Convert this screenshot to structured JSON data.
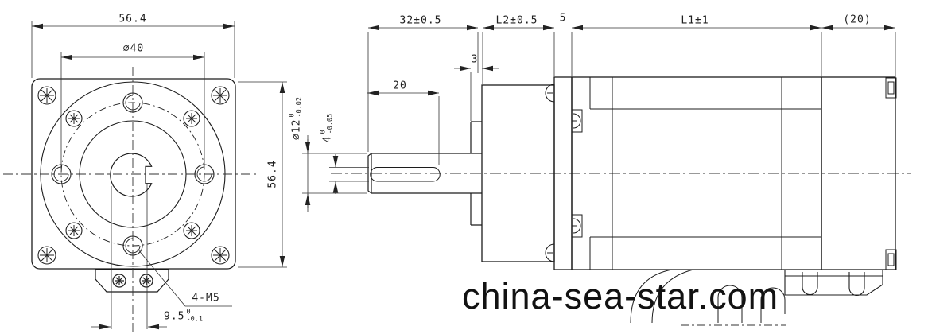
{
  "watermark_text": "china-sea-star.com",
  "front_view": {
    "dim_overall_width": "56.4",
    "dim_overall_height": "56.4",
    "dim_bolt_circle": "⌀40",
    "mounting_hole_callout": "4-M5",
    "dim_shaft_flat": {
      "value": "9.5",
      "tol_upper": "0",
      "tol_lower": "-0.1"
    }
  },
  "side_view": {
    "dim_shaft_extension": "32±0.5",
    "dim_gearbox_length": "L2±0.5",
    "dim_flange_thickness": "5",
    "dim_motor_length": "L1±1",
    "dim_rear_cover_length": "(20)",
    "dim_pilot_boss": "3",
    "dim_keyway_length": "20",
    "dim_shaft_diameter": {
      "value": "⌀12",
      "tol_upper": "0",
      "tol_lower": "-0.02"
    },
    "dim_keyway_width": {
      "value": "4",
      "tol_upper": "0",
      "tol_lower": "-0.05"
    }
  }
}
